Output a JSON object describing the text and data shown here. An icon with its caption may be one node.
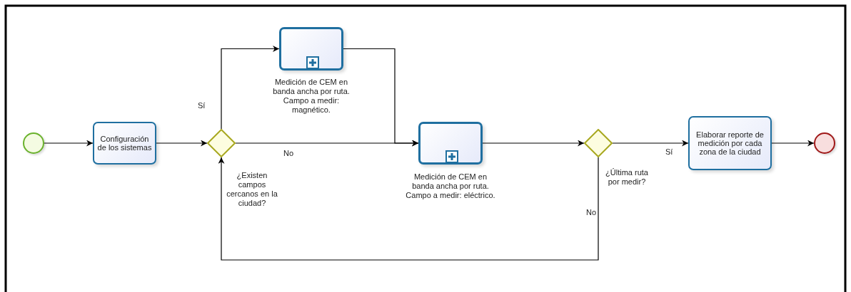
{
  "diagram": {
    "nodes": [
      {
        "text": [],
        "shape": "circle"
      },
      {
        "text": [
          "Configuración de los sistemas"
        ]
      },
      {
        "text": [],
        "shape": "diamond",
        "beside": [
          "¿Existen campos cercanos en la ciudad?"
        ]
      },
      {
        "text": [],
        "shape": "box",
        "beside": [
          "Medición de CEM en banda ancha por ruta. Campo a medir: magnético."
        ]
      },
      {
        "text": [],
        "shape": "box",
        "beside": [
          "Medición de CEM en banda ancha por ruta. Campo a medir: eléctrico."
        ]
      },
      {
        "text": [],
        "shape": "diamond",
        "beside": [
          "¿Última ruta por medir?"
        ]
      },
      {
        "text": [
          "Elaborar reporte de medición por cada zona de la ciudad"
        ]
      },
      {
        "text": [],
        "shape": "circle"
      }
    ],
    "edges": [
      {
        "from": 0,
        "to": 1,
        "arrow": "to"
      },
      {
        "from": 1,
        "to": 2,
        "arrow": "to"
      },
      {
        "from": 2,
        "to": 3,
        "arrow": "to",
        "label": "Sí"
      },
      {
        "from": 2,
        "to": 4,
        "arrow": "to",
        "label": "No"
      },
      {
        "from": 3,
        "to": 4,
        "arrow": "to"
      },
      {
        "from": 4,
        "to": 5,
        "arrow": "to"
      },
      {
        "from": 5,
        "to": 6,
        "arrow": "to",
        "label": "Sí"
      },
      {
        "from": 6,
        "to": 7,
        "arrow": "to"
      },
      {
        "from": 5,
        "to": 2,
        "arrow": "to",
        "label": "No"
      }
    ]
  }
}
